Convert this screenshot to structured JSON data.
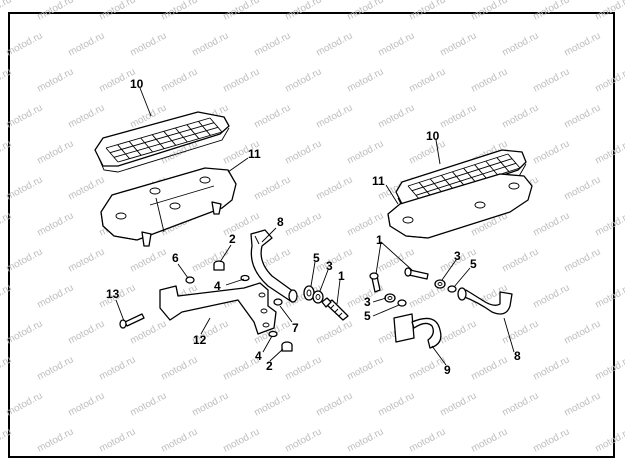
{
  "watermark": "motod.ru",
  "callouts": {
    "left_footboard": "10",
    "left_support_plate": "11",
    "left_bolt_top": "2",
    "left_bolt_bottom": "2",
    "left_washer_top": "4",
    "left_washer_bottom": "4",
    "left_pin": "6",
    "left_rivet": "7",
    "left_bracket_arm": "8",
    "left_spring_washer": "5",
    "left_flat_washer": "3",
    "left_hex_bolt": "1",
    "left_mount_bracket": "12",
    "left_small_bolt": "13",
    "right_footboard": "10",
    "right_support_plate": "11",
    "right_bolt": "1",
    "right_flat_washer_top": "3",
    "right_spring_washer_top": "5",
    "right_flat_washer_low": "3",
    "right_spring_washer_low": "5",
    "right_hook_bracket": "9",
    "right_bracket_arm": "8"
  }
}
